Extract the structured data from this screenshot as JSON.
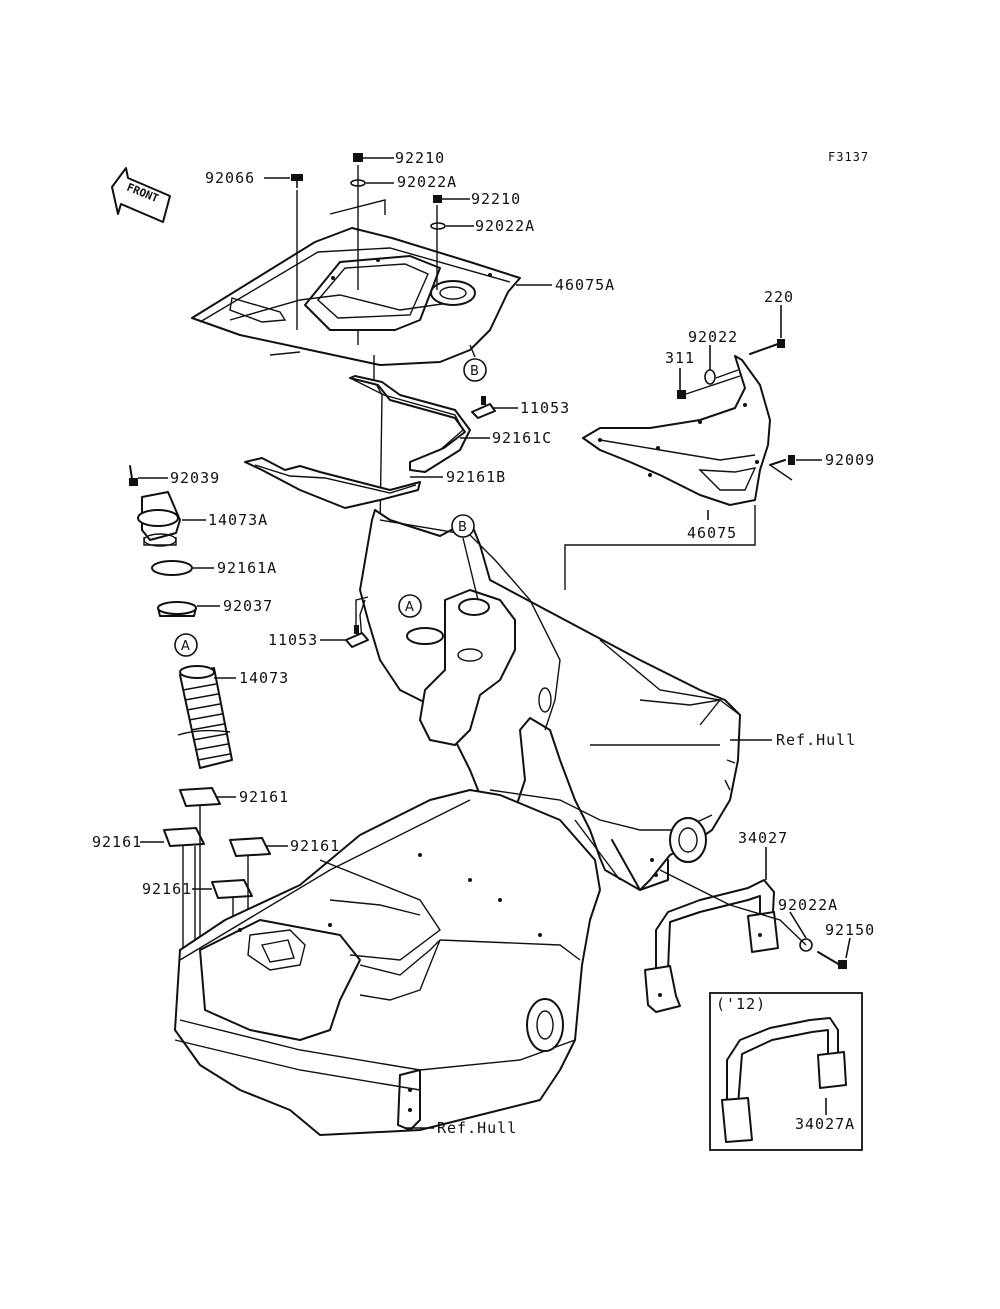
{
  "diagram_code": "F3137",
  "front_arrow": {
    "label": "FRONT",
    "icon": "front-arrow-icon"
  },
  "variant_box": {
    "label": "('12)"
  },
  "callouts": {
    "a": "A",
    "b": "B"
  },
  "labels": {
    "p92210_top": "92210",
    "p92066": "92066",
    "p92022A_top": "92022A",
    "p92210_mid": "92210",
    "p92022A_mid": "92022A",
    "p46075A": "46075A",
    "p220": "220",
    "p92022": "92022",
    "p311": "311",
    "p11053_top": "11053",
    "p92161C": "92161C",
    "p92161B": "92161B",
    "p92009": "92009",
    "p92039": "92039",
    "p14073A": "14073A",
    "p46075": "46075",
    "p92161A": "92161A",
    "p92037": "92037",
    "p11053_mid": "11053",
    "p14073": "14073",
    "ref_hull_right": "Ref.Hull",
    "p92161_a": "92161",
    "p92161_b": "92161",
    "p92161_c": "92161",
    "p92161_d": "92161",
    "p34027": "34027",
    "p92022A_bot": "92022A",
    "p92150": "92150",
    "p34027A": "34027A",
    "ref_hull_bottom": "Ref.Hull"
  }
}
